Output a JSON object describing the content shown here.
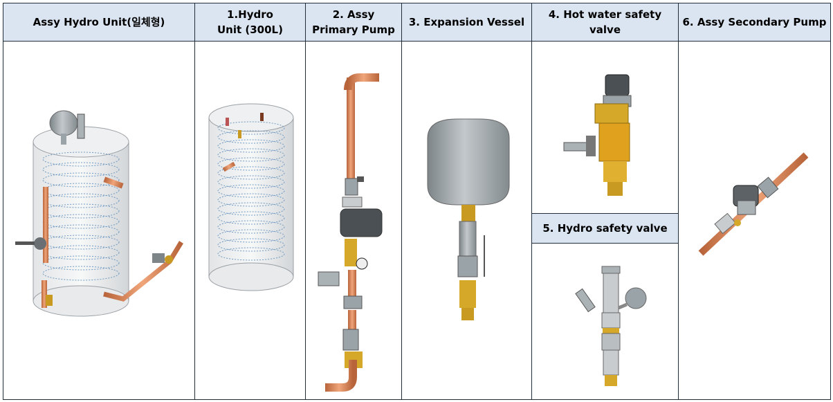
{
  "columns": [
    {
      "id": "assy-hydro-unit",
      "title": "Assy Hydro Unit(일체형)"
    },
    {
      "id": "hydro-unit",
      "title": "1.Hydro Unit (300L)"
    },
    {
      "id": "primary-pump",
      "title": "2. Assy Primary Pump"
    },
    {
      "id": "expansion-vessel",
      "title": "3. Expansion Vessel"
    },
    {
      "id": "hot-water-valve",
      "title": "4. Hot water safety valve"
    },
    {
      "id": "secondary-pump",
      "title": "6. Assy Secondary Pump"
    }
  ],
  "sub_cell": {
    "title": "5. Hydro safety valve"
  },
  "colors": {
    "header_bg": "#dbe5f1",
    "border": "#1f2d3a",
    "copper": "#d9895a",
    "brass": "#d6a82a",
    "steel": "#9aa3a8"
  }
}
